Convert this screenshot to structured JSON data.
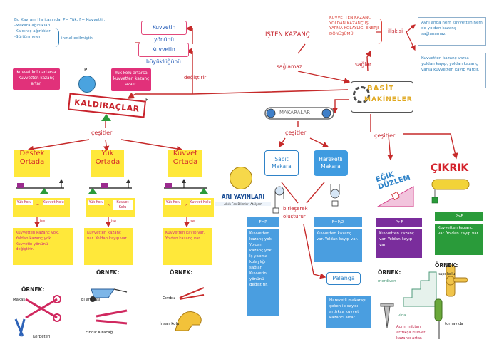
{
  "top_note": {
    "line1": "Bu Kavram Haritasında; P= Yük, F= Kuvvettir.",
    "line2": "-Makara ağırlıkları",
    "line3": "-Kaldıraç ağırlıkları",
    "line4": "-Sürtünmeler",
    "ignored": "ihmal edilmiştir."
  },
  "force_boxes": {
    "direction": "Kuvvetin yönünü",
    "magnitude": "Kuvvetin büyüklüğünü"
  },
  "degistirir": "değiştirir",
  "kaldirac": {
    "title": "KALDIRAÇLAR",
    "left_box": "Kuvvet kolu artarsa Kuvvetten kazanç artar.",
    "right_box": "Yük kolu artarsa kuvvetten kazanç azalır.",
    "p": "P",
    "f": "F",
    "cesitleri": "çeşitleri"
  },
  "types": [
    {
      "title": "Destek Ortada",
      "eq_left": "Yük Kolu",
      "eq_op": "=",
      "eq_right": "Kuvvet Kolu",
      "ise": "ise",
      "desc": "Kuvvetten kazanç yok. Yoldan kazanç yok. Kuvvetin yönünü değiştirir.",
      "ornek": "ÖRNEK:",
      "ex1": "Makas",
      "ex2": "Kerpeten"
    },
    {
      "title": "Yük Ortada",
      "eq_left": "Yük Kolu",
      "eq_op": "<",
      "eq_right": "Kuvvet Kolu",
      "ise": "ise",
      "desc": "Kuvvetten kazanç var. Yoldan kayıp var.",
      "ornek": "ÖRNEK:",
      "ex1": "El arabası",
      "ex2": "Fındık Kıracağı"
    },
    {
      "title": "Kuvvet Ortada",
      "eq_left": "Yük Kolu",
      "eq_op": ">",
      "eq_right": "Kuvvet Kolu",
      "ise": "ise",
      "desc": "Kuvvetten kayıp var. Yoldan kazanç var.",
      "ornek": "ÖRNEK:",
      "ex1": "Cımbız",
      "ex2": "İnsan kolu"
    }
  ],
  "publisher": {
    "name": "ARI YAYINLARI",
    "sub": "Akıllı Fen Bilimleri Atölyem"
  },
  "work": {
    "isten": "İŞTEN KAZANÇ",
    "saglamaz": "sağlamaz",
    "saglar": "sağlar",
    "list": "KUVVETTEN KAZANÇ YOLDAN KAZANÇ İŞ YAPMA KOLAYLIĞI ENERJİ DÖNÜŞÜMÜ",
    "iliskisi": "ilişkisi",
    "note1": "Aynı anda hem kuvvetten hem de yoldan kazanç sağlanamaz.",
    "note2": "Kuvvetten kazanç varsa yoldan kayıp, yoldan kazanç varsa kuvvetten kayıp vardır."
  },
  "basit": {
    "title1": "BASİT",
    "title2": "MAKİNELER",
    "cesitleri": "çeşitleri"
  },
  "makaralar": {
    "title": "MAKARALAR",
    "cesitleri": "çeşitleri",
    "fixed": "Sabit Makara",
    "moving": "Hareketli Makara",
    "birleserek": "birleşerek",
    "olusturur": "oluşturur",
    "fixed_eq": "F=P",
    "moving_eq": "F=P/2",
    "fixed_desc": "Kuvvetten kazanç yok. Yoldan kazanç yok. İş yapma kolaylığı sağlar. Kuvvetin yönünü değiştirir.",
    "moving_desc": "Kuvvetten kazanç var. Yoldan kayıp var.",
    "palanga": "Palanga",
    "palanga_desc": "Hareketli makarayı çeken ip sayısı arttıkça kuvvet kazancı artar."
  },
  "egik": {
    "title1": "EĞİK",
    "title2": "DÜZLEM",
    "eq": "P>F",
    "desc": "Kuvvetten kazanç var. Yoldan kayıp var.",
    "ornek": "ÖRNEK:",
    "ex1": "merdiven",
    "ex2": "vida",
    "note": "Adım miktarı arttıkça kuvvet kazancı artar."
  },
  "cikrik": {
    "title": "ÇIKRIK",
    "eq": "P>F",
    "desc": "Kuvvetten kazanç var. Yoldan kayıp var.",
    "ornek": "ÖRNEK:",
    "ex1": "kapı kolu",
    "ex2": "tornavida"
  }
}
